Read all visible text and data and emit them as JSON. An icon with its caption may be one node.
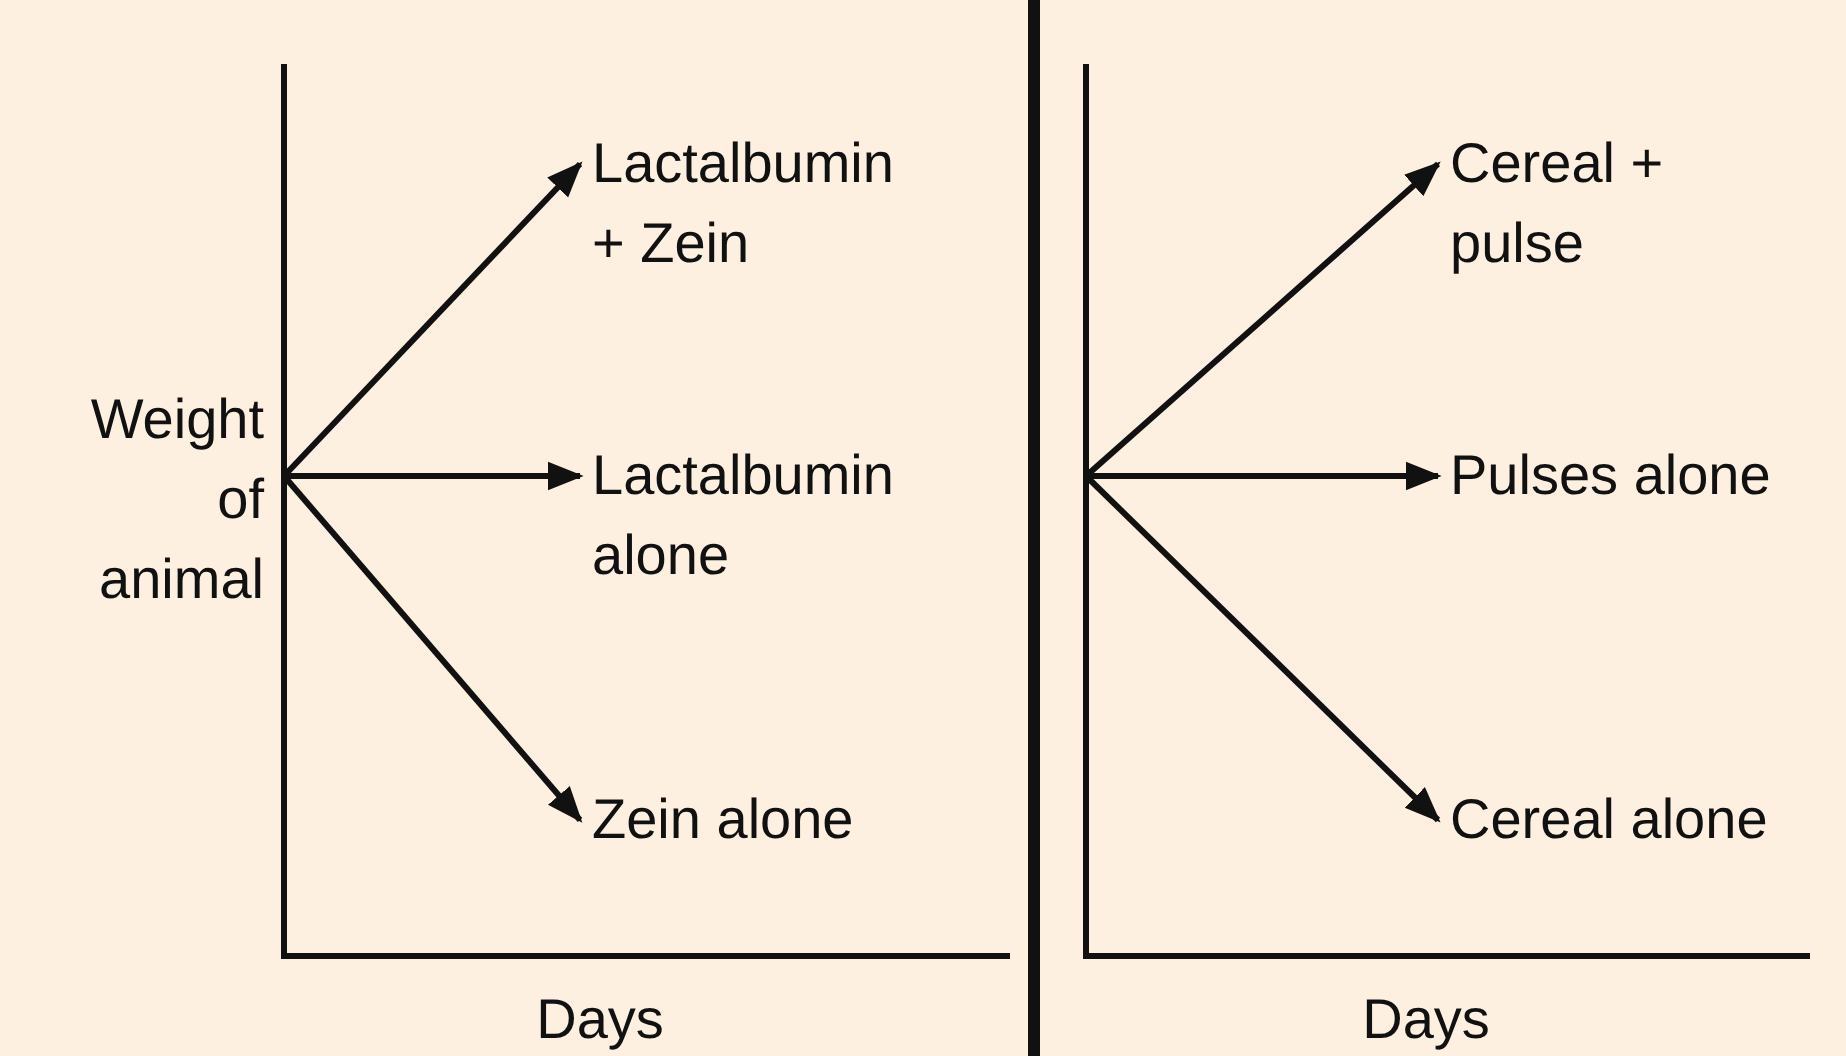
{
  "diagram": {
    "nodes": [
      {
        "text": [
          "Lactalbumin + Zein"
        ]
      },
      {
        "text": [
          "Lactalbumin alone"
        ]
      },
      {
        "text": [
          "Zein alone"
        ]
      },
      {
        "text": [
          "Cereal + pulse"
        ]
      },
      {
        "text": [
          "Pulses alone"
        ]
      },
      {
        "text": [
          "Cereal alone"
        ]
      }
    ],
    "edges": [
      {
        "from": null,
        "to": 0,
        "arrow": "to"
      },
      {
        "from": null,
        "to": 1,
        "arrow": "to"
      },
      {
        "from": null,
        "to": 2,
        "arrow": "to"
      },
      {
        "from": null,
        "to": 3,
        "arrow": "to"
      },
      {
        "from": null,
        "to": 4,
        "arrow": "to"
      },
      {
        "from": null,
        "to": 5,
        "arrow": "to"
      }
    ],
    "labels": [
      "Weight of animal",
      "Days",
      "Days"
    ]
  }
}
